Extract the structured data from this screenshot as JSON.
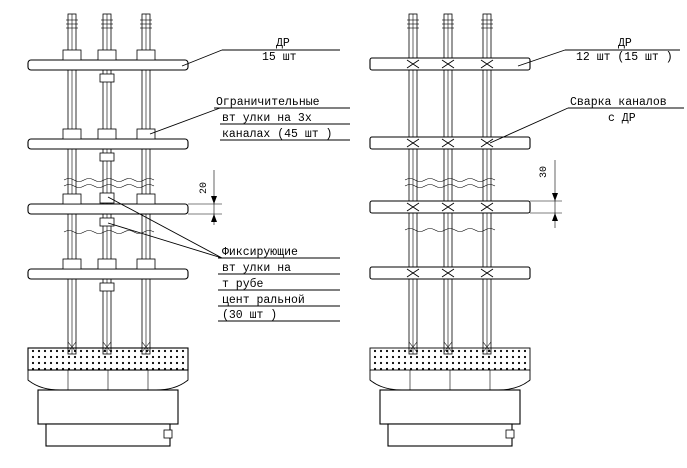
{
  "left": {
    "dr_title": "ДР",
    "dr_count": "15 шт",
    "limit_line1": "Ограничительные",
    "limit_line2": "вт улки на 3х",
    "limit_line3": "каналах (45 шт )",
    "dim": "20",
    "fix_line1": "Фиксирующие",
    "fix_line2": "вт улки на",
    "fix_line3": "т рубе",
    "fix_line4": "цент ральной",
    "fix_line5": "(30 шт )"
  },
  "right": {
    "dr_title": "ДР",
    "dr_count": "12 шт (15 шт )",
    "weld_line1": "Сварка каналов",
    "weld_line2": "с ДР",
    "dim": "30"
  }
}
